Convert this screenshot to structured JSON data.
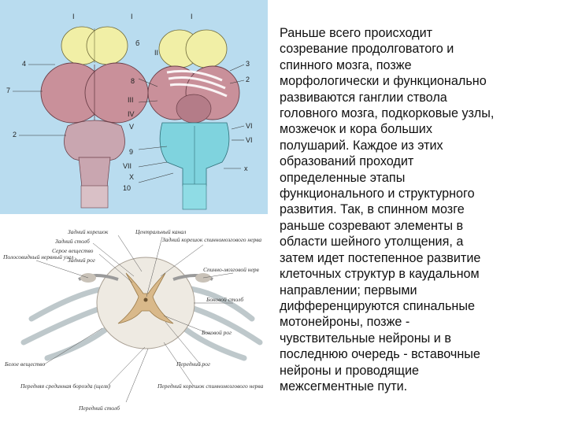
{
  "body_text": "Раньше всего происходит\nсозревание продолговатого и\nспинного мозга, позже\nморфологически и функционально\nразвиваются ганглии ствола\nголовного мозга, подкорковые узлы,\nмозжечок и кора больших\nполушарий. Каждое из этих\nобразований проходит\nопределенные этапы\nфункционального и структурного\nразвития. Так, в спинном мозге\nраньше созревают элементы в\nобласти шейного утолщения, а\nзатем идет постепенное развитие\nклеточных структур в каудальном\nнаправлении; первыми\nдифференцируются спинальные\nмотонейроны, позже -\nчувствительные нейроны и в\nпоследнюю очередь - вставочные\nнейроны и проводящие\nмежсегментные пути.",
  "brain_figure": {
    "left_markers": [
      "4",
      "7",
      "2"
    ],
    "top_markers": [
      "I",
      "I",
      "I",
      "б"
    ],
    "center_markers": [
      "II",
      "8",
      "III",
      "IV",
      "V",
      "9",
      "VII",
      "X",
      "10"
    ],
    "right_markers": [
      "3",
      "2",
      "VI",
      "VI",
      "x"
    ]
  },
  "spinal_figure": {
    "labels": {
      "posterior_root": "Задний корешок",
      "posterior_column": "Задний столб",
      "gray_matter": "Серое вещество",
      "posterior_horn": "Задний рог",
      "central_canal": "Центральный канал",
      "root_ganglion": "Задний корешок спинномозгового нерва",
      "spinal_nerve": "Спинно-мозговой нерв",
      "lateral_column": "Боковой столб",
      "lateral_horn": "Боковой рог",
      "anterior_horn": "Передний рог",
      "white_matter": "Белое вещество",
      "ventral_root": "Передний корешок спинномозгового нерва",
      "anterior_fissure": "Передняя срединная борозда (щель)",
      "anterior_column": "Передний столб",
      "lateral_cord": "Полосовидный нервный узел"
    }
  },
  "colors": {
    "top_bg": "#b9dcef",
    "hemisphere": "#c9909a",
    "olfactory": "#f1efa6",
    "medulla": "#7fd3de"
  }
}
